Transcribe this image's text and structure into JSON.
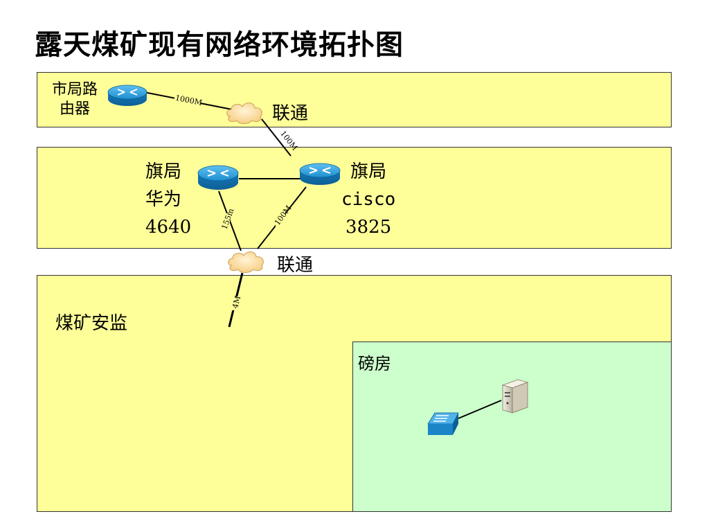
{
  "title": "露天煤矿现有网络环境拓扑图",
  "zones": {
    "mine": "煤矿安监",
    "weighhouse": "磅房"
  },
  "nodes": {
    "city_router": {
      "line1": "市局路",
      "line2": "由器",
      "icon": "router-icon"
    },
    "cloud_top": {
      "label": "联通",
      "icon": "cloud-icon"
    },
    "cloud_mid": {
      "label": "联通",
      "icon": "cloud-icon"
    },
    "huawei_router": {
      "line1": "旗局",
      "line2": "华为",
      "line3": "4640",
      "icon": "router-icon"
    },
    "cisco_router": {
      "line1": "旗局",
      "line2": "cisco",
      "line3": "3825",
      "icon": "router-icon"
    },
    "switch": {
      "icon": "switch-icon"
    },
    "server": {
      "icon": "server-icon"
    }
  },
  "links": {
    "city_to_cloud": "1000M",
    "cloud_to_cisco": "100M",
    "huawei_to_cloud": "155m",
    "cisco_to_cloud": "100M",
    "cloud_to_mine": "4M"
  },
  "colors": {
    "zone_yellow": "#ffff99",
    "zone_green": "#ccffcc",
    "router_blue": "#1a8fd0",
    "cloud_fill": "#fde3a7"
  }
}
